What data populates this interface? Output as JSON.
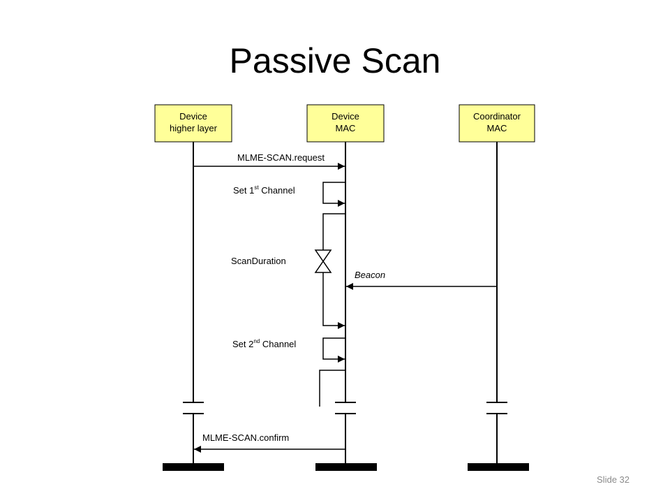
{
  "slide": {
    "title": "Passive Scan",
    "number_label": "Slide 32"
  },
  "entities": [
    {
      "line1": "Device",
      "line2": "higher layer"
    },
    {
      "line1": "Device",
      "line2": "MAC"
    },
    {
      "line1": "Coordinator",
      "line2": "MAC"
    }
  ],
  "messages": {
    "scan_request": "MLME-SCAN.request",
    "set_channel_1": {
      "prefix": "Set 1",
      "sup": "st",
      "suffix": " Channel"
    },
    "scan_duration": "ScanDuration",
    "beacon": "Beacon",
    "set_channel_2": {
      "prefix": "Set 2",
      "sup": "nd",
      "suffix": " Channel"
    },
    "scan_confirm": "MLME-SCAN.confirm"
  },
  "colors": {
    "entity_fill": "#ffff99",
    "line": "#000000"
  }
}
